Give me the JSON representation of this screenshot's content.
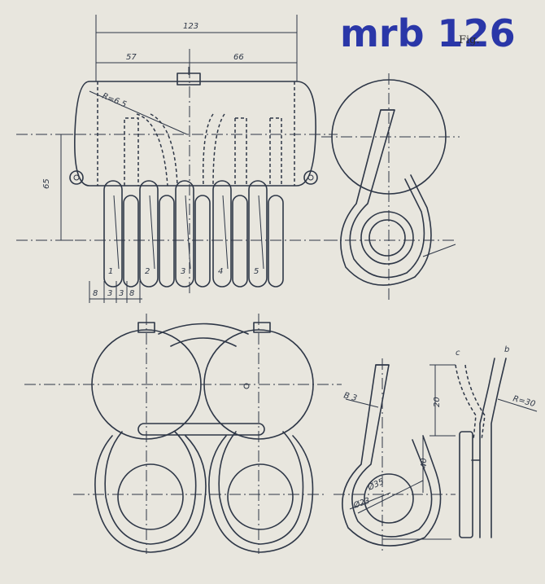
{
  "watermark": {
    "code": "mrb 126",
    "fig_label": "Fig."
  },
  "dimensions": {
    "overall_length": "123",
    "left_part": "57",
    "right_part": "66",
    "height": "65",
    "radius_label": "R=6.5",
    "spacing_a": "8",
    "spacing_b": "3",
    "spacing_c": "3",
    "spacing_d": "8",
    "wire_b": "B 3",
    "wire_c": "c",
    "wire_d": "b",
    "height_20": "20",
    "height_40": "40",
    "dia_35": "Ø35",
    "dia_23": "Ø23",
    "radius_right": "R=30"
  },
  "spring_numbers": [
    "1",
    "2",
    "3",
    "4",
    "5"
  ]
}
